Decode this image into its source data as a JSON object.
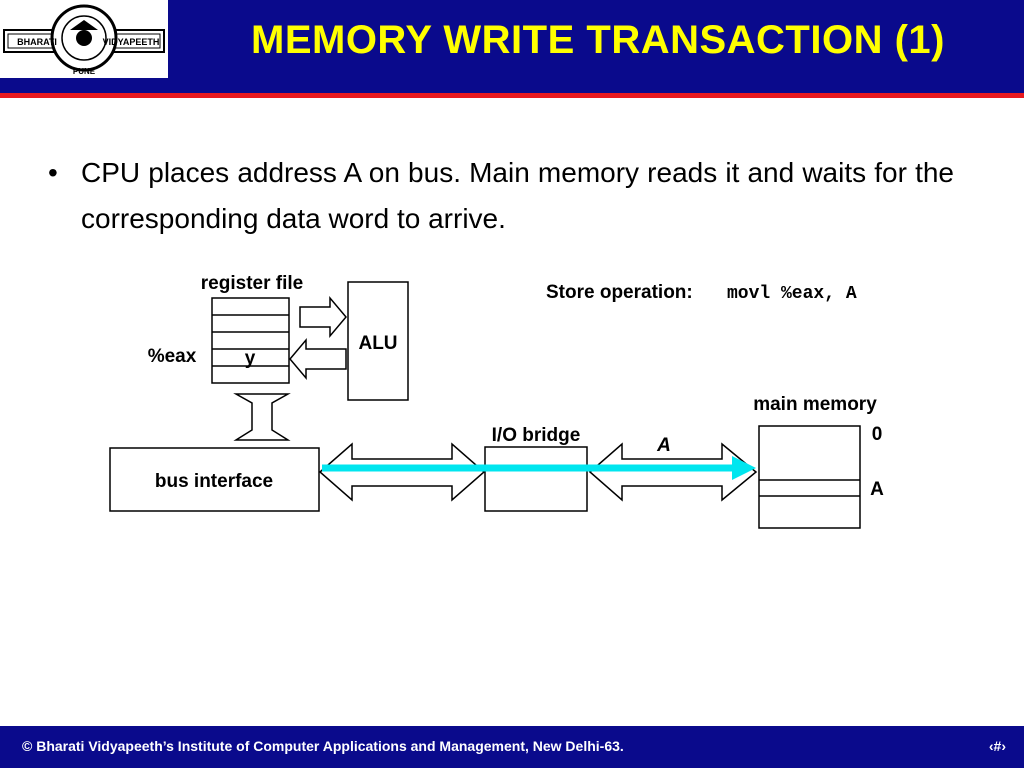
{
  "header": {
    "title": "MEMORY WRITE TRANSACTION (1)",
    "logo_text": {
      "left": "BHARATI",
      "right": "VIDYAPEETH",
      "top": "BHARATI VIDYAPEETH",
      "bottom": "PUNE"
    }
  },
  "bullet": {
    "symbol": "•",
    "text": "CPU places address A on bus. Main memory reads it and waits for the corresponding data word to arrive."
  },
  "diagram": {
    "register_file_label": "register file",
    "eax_label": "%eax",
    "eax_value": "y",
    "alu_label": "ALU",
    "bus_interface_label": "bus interface",
    "io_bridge_label": "I/O bridge",
    "bus_address_label": "A",
    "main_memory_label": "main memory",
    "memory_addr_0": "0",
    "memory_addr_A": "A",
    "store_label": "Store operation:",
    "store_code": "movl %eax, A",
    "colors": {
      "address_arrow": "#00e6ef"
    }
  },
  "footer": {
    "text": "© Bharati Vidyapeeth’s Institute of Computer Applications and Management, New Delhi-63.",
    "slide_number": "‹#›"
  }
}
